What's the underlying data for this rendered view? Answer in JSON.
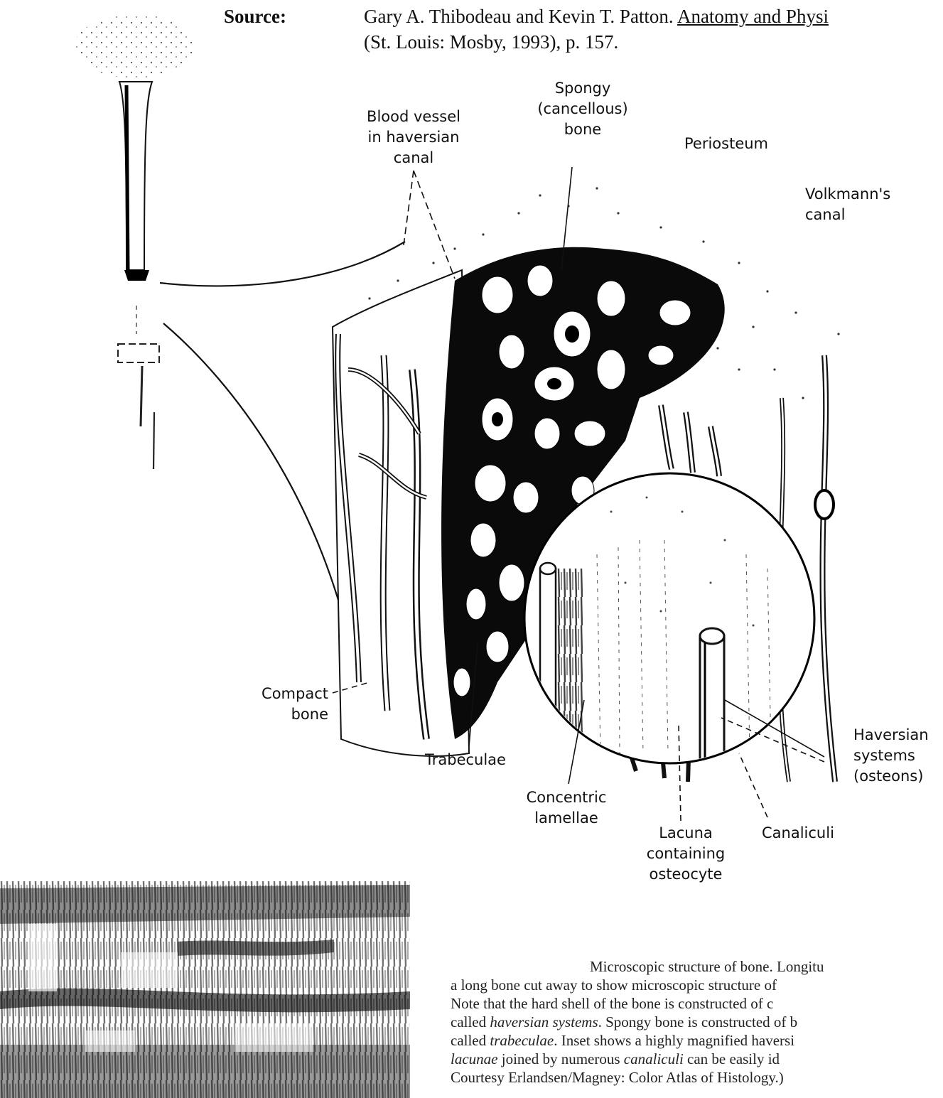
{
  "source": {
    "label": "Source:",
    "line1_pre": "Gary A. Thibodeau and Kevin T. Patton. ",
    "line1_title": "Anatomy and Physi",
    "line2": "(St. Louis: Mosby, 1993), p. 157."
  },
  "labels": {
    "spongy": [
      "Spongy",
      "(cancellous)",
      "bone"
    ],
    "blood_vessel": [
      "Blood vessel",
      "in haversian",
      "canal"
    ],
    "periosteum": "Periosteum",
    "volkmann": [
      "Volkmann's",
      "canal"
    ],
    "compact": [
      "Compact",
      "bone"
    ],
    "trabeculae": "Trabeculae",
    "haversian": [
      "Haversian",
      "systems",
      "(osteons)"
    ],
    "concentric": [
      "Concentric",
      "lamellae"
    ],
    "lacuna": [
      "Lacuna",
      "containing",
      "osteocyte"
    ],
    "canaliculi": "Canaliculi"
  },
  "caption": {
    "line1": "Microscopic structure of bone. Longitu",
    "line2": "a long bone cut away to show microscopic structure of",
    "line3": "Note that the hard shell of the bone is constructed of c",
    "line4_pre": "called ",
    "line4_em": "haversian systems",
    "line4_post": ". Spongy bone is constructed of b",
    "line5_pre": "called ",
    "line5_em": "trabeculae",
    "line5_post": ". Inset shows a highly magnified haversi",
    "line6_em": "lacunae",
    "line6_mid": " joined by numerous ",
    "line6_em2": "canaliculi",
    "line6_post": " can be easily id",
    "line7": "Courtesy Erlandsen/Magney: Color Atlas of Histology.)"
  }
}
